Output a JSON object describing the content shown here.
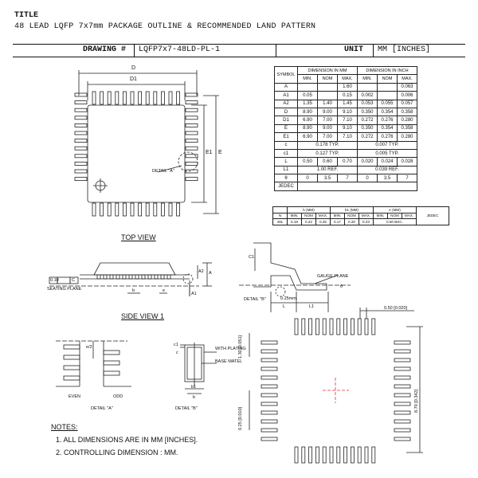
{
  "header": {
    "title_label": "TITLE",
    "title_text": "48 LEAD LQFP 7x7mm PACKAGE OUTLINE & RECOMMENDED LAND PATTERN",
    "drawing_label": "DRAWING #",
    "drawing_value": "LQFP7x7-48LD-PL-1",
    "unit_label": "UNIT",
    "unit_value": "MM [INCHES]"
  },
  "dimension_table": {
    "symbol_header": "SYMBOL",
    "mm_header": "DIMENSION IN MM",
    "inch_header": "DIMENSION IN INCH",
    "sub_headers": [
      "MIN.",
      "NOM",
      "MAX.",
      "MIN.",
      "NOM",
      "MAX."
    ],
    "rows": [
      {
        "symbol": "A",
        "mm": [
          "",
          "",
          "1.60"
        ],
        "inch": [
          "",
          "",
          "0.063"
        ]
      },
      {
        "symbol": "A1",
        "mm": [
          "0.05",
          "",
          "0.15"
        ],
        "inch": [
          "0.002",
          "",
          "0.006"
        ]
      },
      {
        "symbol": "A2",
        "mm": [
          "1.35",
          "1.40",
          "1.45"
        ],
        "inch": [
          "0.053",
          "0.055",
          "0.057"
        ]
      },
      {
        "symbol": "D",
        "mm": [
          "8.90",
          "9.00",
          "9.10"
        ],
        "inch": [
          "0.350",
          "0.354",
          "0.358"
        ]
      },
      {
        "symbol": "D1",
        "mm": [
          "6.90",
          "7.00",
          "7.10"
        ],
        "inch": [
          "0.272",
          "0.276",
          "0.280"
        ]
      },
      {
        "symbol": "E",
        "mm": [
          "8.90",
          "9.00",
          "9.10"
        ],
        "inch": [
          "0.350",
          "0.354",
          "0.358"
        ]
      },
      {
        "symbol": "E1",
        "mm": [
          "6.90",
          "7.00",
          "7.10"
        ],
        "inch": [
          "0.272",
          "0.276",
          "0.280"
        ]
      }
    ],
    "merged_rows": [
      {
        "symbol": "c",
        "mm": "0.178 TYP.",
        "inch": "0.007 TYP."
      },
      {
        "symbol": "c1",
        "mm": "0.127 TYP.",
        "inch": "0.005 TYP."
      }
    ],
    "row_L": {
      "symbol": "L",
      "mm": [
        "0.50",
        "0.60",
        "0.70"
      ],
      "inch": [
        "0.020",
        "0.024",
        "0.028"
      ]
    },
    "row_L1": {
      "symbol": "L1",
      "mm": "1.00 REF.",
      "inch": "0.039 REF."
    },
    "row_theta": {
      "symbol": "θ",
      "mm": [
        "0",
        "3.5",
        "7"
      ],
      "inch": [
        "0",
        "3.5",
        "7"
      ]
    },
    "row_jedec": {
      "symbol": "JEDEC"
    }
  },
  "package_table": {
    "groups": [
      "b (MM)",
      "b1 (MM)",
      "e (MM)",
      "JEDEC"
    ],
    "sub_headers": [
      "N",
      "MIN.",
      "NOM",
      "MAX.",
      "MIN.",
      "NOM",
      "MAX.",
      "MIN.",
      "NOM",
      "MAX."
    ],
    "row": [
      "48L",
      "0.19",
      "0.22",
      "0.25",
      "0.17",
      "0.20",
      "0.23",
      "0.50 BSC."
    ]
  },
  "top_view": {
    "title": "TOP VIEW",
    "dim_d": "D",
    "dim_d1": "D1",
    "dim_e": "E",
    "dim_e1": "E1",
    "detail": "DETAIL \"A\""
  },
  "side_view": {
    "title": "SIDE VIEW 1",
    "flatness": "0.10",
    "flatness_ref": "C",
    "seating_plane": "SEATING PLANE",
    "b": "b",
    "e": "e",
    "a1": "A1",
    "a2": "A2",
    "a": "A"
  },
  "detail_b": {
    "label": "DETAIL \"B\"",
    "c1": "C1",
    "gauge": "GAUGE PLANE",
    "dim": "0.25mm",
    "l": "L",
    "l1": "L1",
    "theta": "θ"
  },
  "detail_a": {
    "label": "DETAIL \"A\"",
    "even": "EVEN",
    "odd": "ODD",
    "half_e": "e/2"
  },
  "detail_b2": {
    "label": "DETAIL \"B\"",
    "with_plating": "WITH PLATING",
    "base_matel": "BASE MATEL",
    "c": "c",
    "c1": "c1",
    "b": "b",
    "b1": "b1"
  },
  "land_pattern": {
    "pitch": "0.50 [0.020]",
    "pad_len": "1.30 [0.051]",
    "pad_w": "0.25 [0.010]",
    "span": "8.70 [0.342]"
  },
  "notes": {
    "heading": "NOTES:",
    "items": [
      "1.  ALL DIMENSIONS ARE IN MM [INCHES].",
      "2.  CONTROLLING DIMENSION : MM."
    ]
  }
}
